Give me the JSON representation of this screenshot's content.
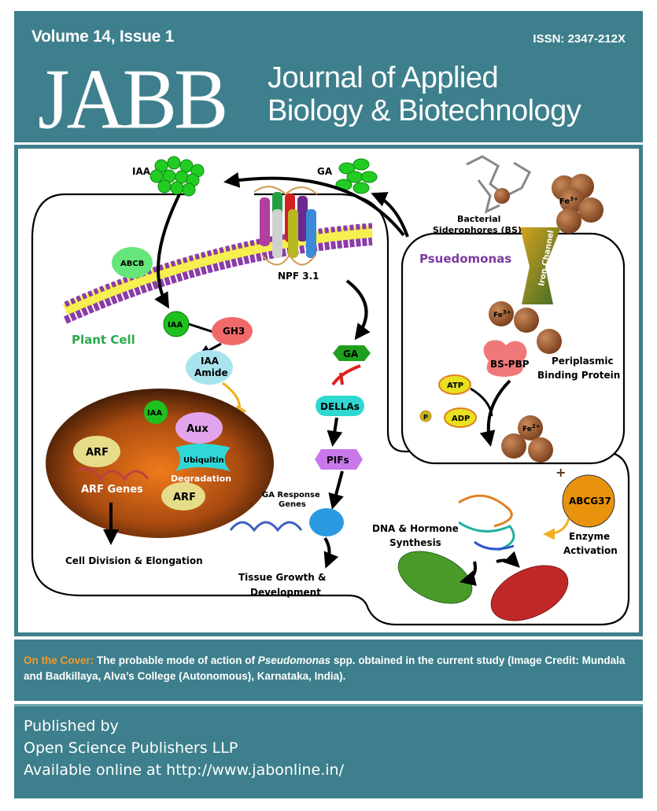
{
  "header": {
    "volume_issue": "Volume 14, Issue 1",
    "issn": "ISSN: 2347-212X",
    "logo": "JABB",
    "journal_title_line1": "Journal of Applied",
    "journal_title_line2": "Biology & Biotechnology",
    "panel_color": "#3d7f8c"
  },
  "figure": {
    "labels": {
      "iaa_top": "IAA",
      "ga_top": "GA",
      "abcb": "ABCB",
      "npf": "NPF 3.1",
      "plant_cell": "Plant Cell",
      "iaa_inner": "IAA",
      "gh3": "GH3",
      "iaa_amide_1": "IAA",
      "iaa_amide_2": "Amide",
      "iaa_nucleus": "IAA",
      "aux": "Aux",
      "ubiquitin": "Ubiquitin",
      "degradation": "Degradation",
      "arf_top": "ARF",
      "arf_bottom": "ARF",
      "arf_genes": "ARF Genes",
      "cell_division": "Cell Division & Elongation",
      "ga_inner": "GA",
      "dellas": "DELLAs",
      "pifs": "PIFs",
      "ga_response_1": "GA Response",
      "ga_response_2": "Genes",
      "tissue_1": "Tissue Growth &",
      "tissue_2": "Development",
      "bacterial_1": "Bacterial",
      "bacterial_2": "Siderophores (BS)",
      "pseudomonas": "Psuedomonas",
      "iron_channel": "Iron Channel",
      "fe3": "Fe",
      "fe3_sup": "3+",
      "fe2": "Fe",
      "fe2_sup": "2+",
      "bs_pbp": "BS-PBP",
      "periplasmic_1": "Periplasmic",
      "periplasmic_2": "Binding Protein",
      "atp": "ATP",
      "adp": "ADP",
      "p": "P",
      "abcg37": "ABCG37",
      "enzyme_1": "Enzyme",
      "enzyme_2": "Activation",
      "dna_hormone_1": "DNA & Hormone",
      "dna_hormone_2": "Synthesis",
      "plus": "+"
    }
  },
  "caption": {
    "lead": "On the Cover:",
    "text_before_italic": " The probable mode of action of ",
    "italic": "Pseudomonas",
    "text_after_italic": " spp. obtained in the current study (Image Credit: Mundala and Badkillaya, Alva’s College (Autonomous), Karnataka, India).",
    "lead_color": "#f29a2e"
  },
  "footer": {
    "line1": "Published by",
    "line2": "Open Science Publishers LLP",
    "line3": "Available online at http://www.jabonline.in/"
  }
}
